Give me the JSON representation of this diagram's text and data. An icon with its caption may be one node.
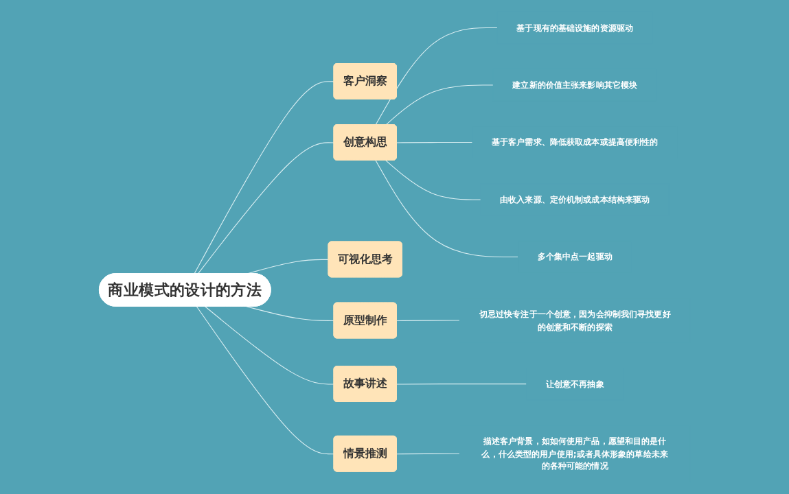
{
  "diagram": {
    "nodes": [
      {
        "text": [
          "商业模式的设计的方法"
        ]
      },
      {
        "text": [
          "客户洞察"
        ]
      },
      {
        "text": [
          "创意构思"
        ]
      },
      {
        "text": [
          "基于现有的基础设施的资源驱动"
        ]
      },
      {
        "text": [
          "建立新的价值主张来影响其它模块"
        ]
      },
      {
        "text": [
          "基于客户需求、降低获取成本或提高便利性的"
        ]
      },
      {
        "text": [
          "由收入来源、定价机制或成本结构来驱动"
        ]
      },
      {
        "text": [
          "多个集中点一起驱动"
        ]
      },
      {
        "text": [
          "可视化思考"
        ]
      },
      {
        "text": [
          "原型制作"
        ]
      },
      {
        "text": [
          "切忌过快专注于一个创意，因为会抑制我们寻找更好的创意和不断的探索"
        ]
      },
      {
        "text": [
          "故事讲述"
        ]
      },
      {
        "text": [
          "让创意不再抽象"
        ]
      },
      {
        "text": [
          "情景推测"
        ]
      },
      {
        "text": [
          "描述客户背景，如如何使用产品，愿望和目的是什么，什么类型的用户使用;或者具体形象的草绘未来的各种可能的情况"
        ]
      }
    ],
    "edges": [
      {
        "from": 0,
        "to": 1,
        "arrow": "none"
      },
      {
        "from": 0,
        "to": 2,
        "arrow": "none"
      },
      {
        "from": 2,
        "to": 3,
        "arrow": "none"
      },
      {
        "from": 2,
        "to": 4,
        "arrow": "none"
      },
      {
        "from": 2,
        "to": 5,
        "arrow": "none"
      },
      {
        "from": 2,
        "to": 6,
        "arrow": "none"
      },
      {
        "from": 2,
        "to": 7,
        "arrow": "none"
      },
      {
        "from": 0,
        "to": 8,
        "arrow": "none"
      },
      {
        "from": 0,
        "to": 9,
        "arrow": "none"
      },
      {
        "from": 9,
        "to": 10,
        "arrow": "none"
      },
      {
        "from": 0,
        "to": 11,
        "arrow": "none"
      },
      {
        "from": 11,
        "to": 12,
        "arrow": "none"
      },
      {
        "from": 0,
        "to": 13,
        "arrow": "none"
      },
      {
        "from": 13,
        "to": 14,
        "arrow": "none"
      }
    ]
  }
}
